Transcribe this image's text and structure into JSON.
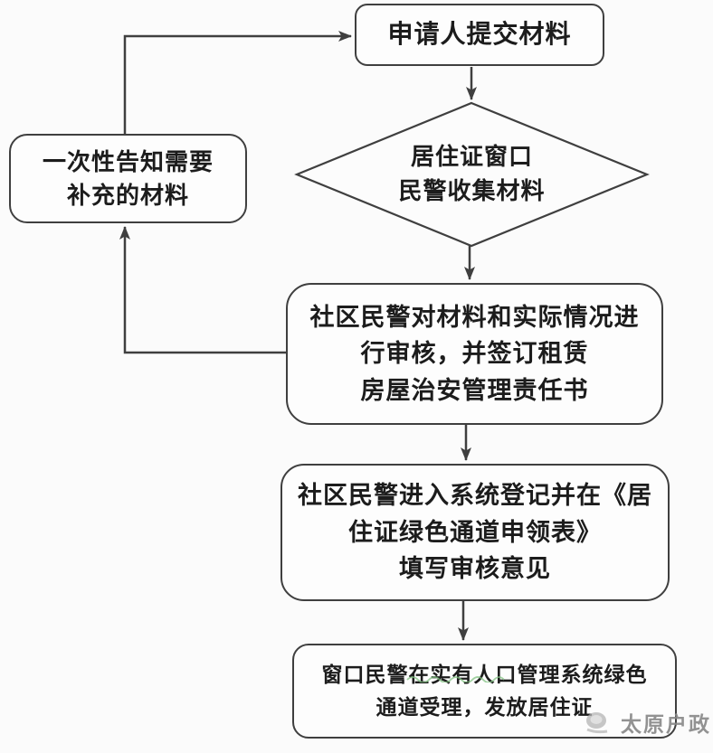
{
  "nodes": {
    "submit": {
      "label": "申请人提交材料"
    },
    "decision": {
      "label": "居住证窗口\n民警收集材料"
    },
    "notify": {
      "label": "一次性告知需要\n补充的材料"
    },
    "review": {
      "label": "社区民警对材料和实际情况进\n行审核，并签订租赁\n房屋治安管理责任书"
    },
    "register": {
      "label": "社区民警进入系统登记并在《居\n住证绿色通道申领表》\n填写审核意见"
    },
    "issue": {
      "label": "窗口民警在实有人口管理系统绿色\n通道受理，发放居住证"
    }
  },
  "watermark": {
    "label": "太原户政",
    "logo": "badge-icon"
  },
  "colors": {
    "stroke": "#3f3f3f",
    "text": "#1c1c1c",
    "background": "#fbfbfb",
    "watermark_gray": "#878787",
    "underline_green": "#82c282"
  }
}
